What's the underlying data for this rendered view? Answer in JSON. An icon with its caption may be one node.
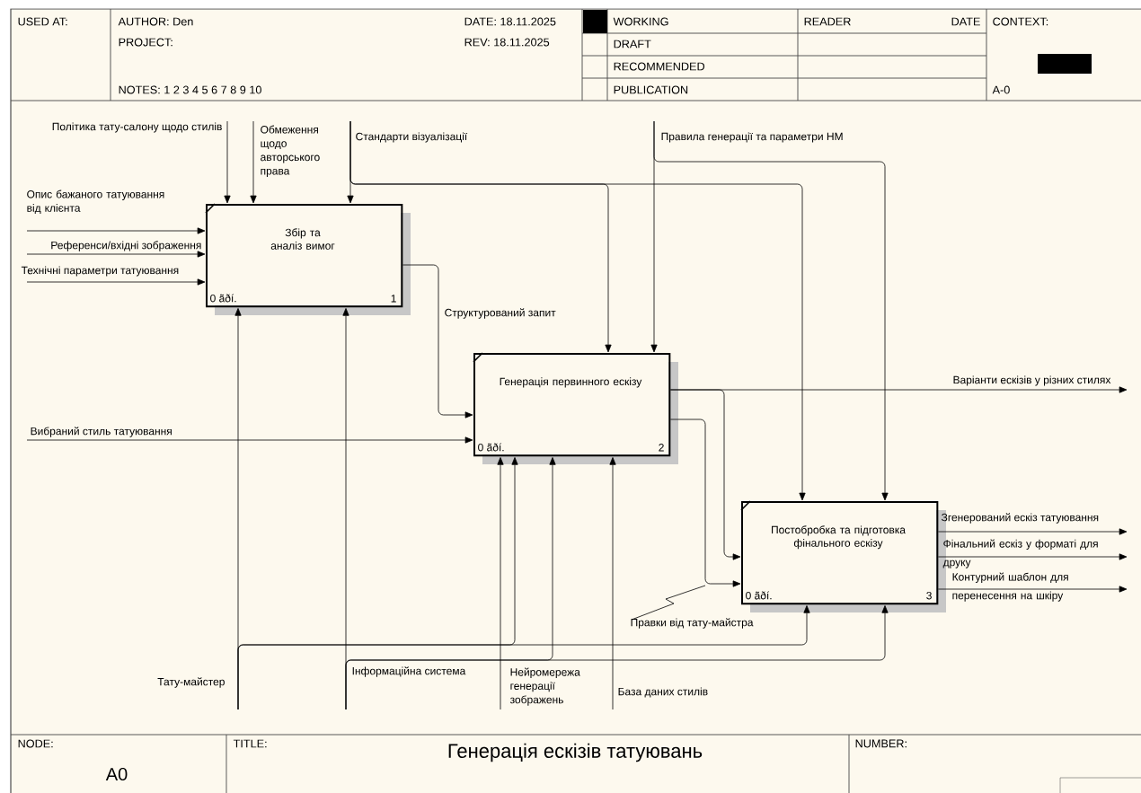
{
  "diagram": {
    "title": "Генерація ескізів татуювань",
    "nodes": [
      {
        "text": [
          "Збір та аналіз вимог",
          "0 ãðí.",
          "1"
        ]
      },
      {
        "text": [
          "Генерація первинного ескізу",
          "0 ãðí.",
          "2"
        ]
      },
      {
        "text": [
          "Постобробка та підготовка фінального ескізу",
          "0 ãðí.",
          "3"
        ]
      }
    ],
    "edges": [
      {
        "from": null,
        "to": 0,
        "arrow": "to",
        "label": "Політика тату-салону щодо стилів"
      },
      {
        "from": null,
        "to": 0,
        "arrow": "to",
        "label": "Обмеження щодо авторського права"
      },
      {
        "from": null,
        "to": 0,
        "arrow": "to",
        "label": "Стандарти візуалізації"
      },
      {
        "from": null,
        "to": 1,
        "arrow": "to"
      },
      {
        "from": null,
        "to": 2,
        "arrow": "to"
      },
      {
        "from": null,
        "to": 1,
        "arrow": "to",
        "label": "Правила генерації та параметри НМ"
      },
      {
        "from": null,
        "to": 2,
        "arrow": "to"
      },
      {
        "from": null,
        "to": 0,
        "arrow": "to",
        "label": "Опис бажаного татуювання від клієнта"
      },
      {
        "from": null,
        "to": 0,
        "arrow": "to",
        "label": "Референси/вхідні зображення"
      },
      {
        "from": null,
        "to": 0,
        "arrow": "to",
        "label": "Технічні параметри татуювання"
      },
      {
        "from": 0,
        "to": 1,
        "arrow": "to",
        "label": "Структурований запит"
      },
      {
        "from": null,
        "to": 1,
        "arrow": "to",
        "label": "Вибраний стиль татуювання"
      },
      {
        "from": 1,
        "to": null,
        "arrow": "to",
        "label": "Варіанти ескізів у різних стилях"
      },
      {
        "from": 1,
        "to": 2,
        "arrow": "to"
      },
      {
        "from": 1,
        "to": 2,
        "arrow": "to",
        "label": "Правки від тату-майстра"
      },
      {
        "from": 2,
        "to": null,
        "arrow": "to",
        "label": "Згенерований ескіз татуювання"
      },
      {
        "from": 2,
        "to": null,
        "arrow": "to",
        "label": "Фінальний ескіз у форматі для друку"
      },
      {
        "from": 2,
        "to": null,
        "arrow": "to",
        "label": "Контурний шаблон для перенесення на шкіру"
      },
      {
        "from": null,
        "to": 0,
        "arrow": "to",
        "label": "Тату-майстер"
      },
      {
        "from": null,
        "to": 1,
        "arrow": "to"
      },
      {
        "from": null,
        "to": 2,
        "arrow": "to"
      },
      {
        "from": null,
        "to": 0,
        "arrow": "to",
        "label": "Інформаційна система"
      },
      {
        "from": null,
        "to": 1,
        "arrow": "to"
      },
      {
        "from": null,
        "to": 2,
        "arrow": "to"
      },
      {
        "from": null,
        "to": 1,
        "arrow": "to",
        "label": "Нейромережа генерації зображень"
      },
      {
        "from": null,
        "to": 1,
        "arrow": "to",
        "label": "База даних стилів"
      }
    ],
    "labels": [
      "USED AT:",
      "AUTHOR: Den",
      "DATE: 18.11.2025",
      "WORKING",
      "READER",
      "DATE",
      "CONTEXT:",
      "PROJECT:",
      "REV: 18.11.2025",
      "DRAFT",
      "RECOMMENDED",
      "NOTES: 1 2 3 4 5 6 7 8 9 10",
      "PUBLICATION",
      "A-0",
      "NODE:",
      "TITLE:",
      "NUMBER:",
      "A0"
    ]
  }
}
